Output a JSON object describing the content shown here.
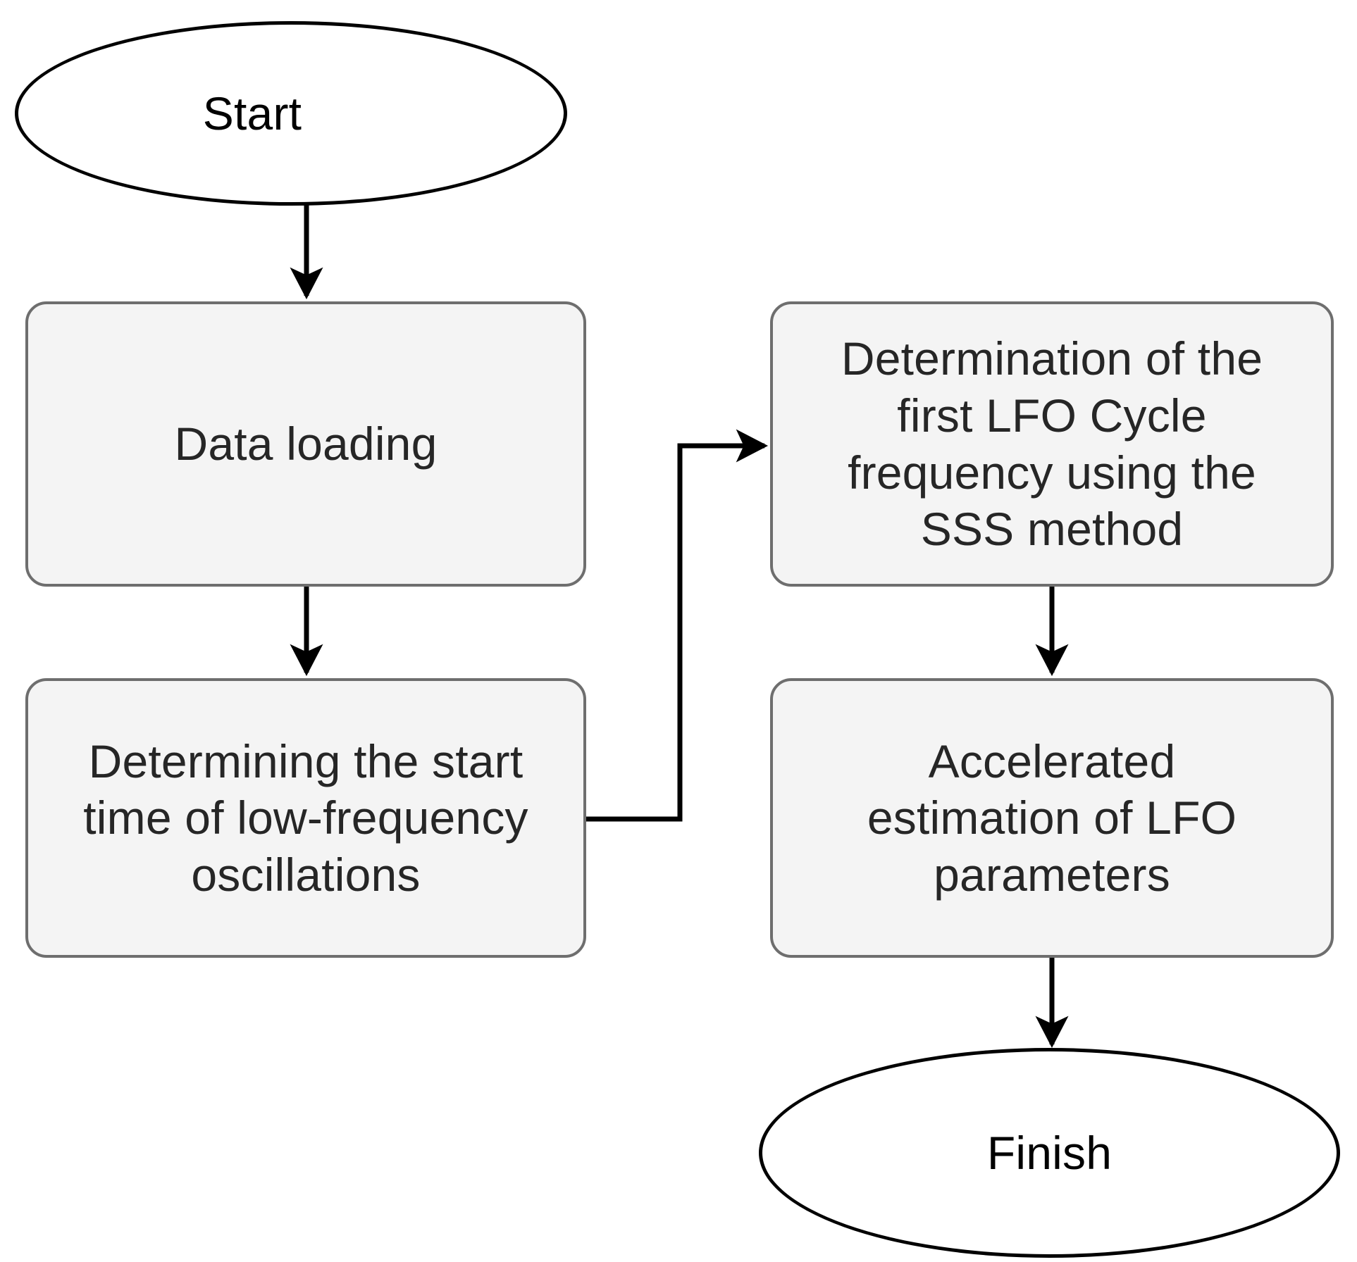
{
  "diagram": {
    "title": "LFO parameter estimation flowchart",
    "background_color": "#ffffff",
    "process_fill_color": "#f4f4f4",
    "process_border_color": "#6e6e6e",
    "terminator_border_color": "#000000",
    "text_color": "#262626",
    "edge_color": "#000000"
  },
  "nodes": {
    "start": {
      "label": "Start",
      "shape": "ellipse",
      "role": "terminator-start"
    },
    "data_loading": {
      "label": "Data loading",
      "shape": "rounded-rectangle",
      "role": "process"
    },
    "determine_start_time": {
      "label": "Determining the start\ntime of low-frequency\noscillations",
      "shape": "rounded-rectangle",
      "role": "process"
    },
    "determine_first_cycle": {
      "label": "Determination of the\nfirst LFO Cycle\nfrequency using the\nSSS method",
      "shape": "rounded-rectangle",
      "role": "process"
    },
    "accelerated_estimation": {
      "label": "Accelerated\nestimation of LFO\nparameters",
      "shape": "rounded-rectangle",
      "role": "process"
    },
    "finish": {
      "label": "Finish",
      "shape": "ellipse",
      "role": "terminator-end"
    }
  },
  "edges": [
    {
      "id": "edge-start-to-data-loading",
      "from": "start",
      "to": "data_loading",
      "style": "straight-vertical",
      "arrowhead": true
    },
    {
      "id": "edge-data-loading-to-determine-start-time",
      "from": "data_loading",
      "to": "determine_start_time",
      "style": "straight-vertical",
      "arrowhead": true
    },
    {
      "id": "edge-determine-start-time-to-first-cycle",
      "from": "determine_start_time",
      "to": "determine_first_cycle",
      "style": "elbow-right-up",
      "arrowhead": true
    },
    {
      "id": "edge-first-cycle-to-accelerated",
      "from": "determine_first_cycle",
      "to": "accelerated_estimation",
      "style": "straight-vertical",
      "arrowhead": true
    },
    {
      "id": "edge-accelerated-to-finish",
      "from": "accelerated_estimation",
      "to": "finish",
      "style": "straight-vertical",
      "arrowhead": true
    }
  ]
}
